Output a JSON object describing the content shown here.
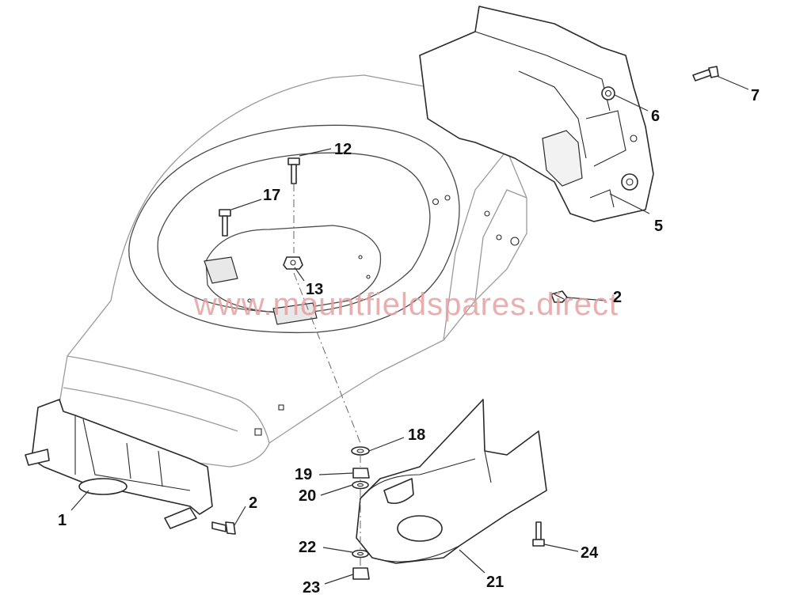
{
  "watermark": "www.mountfieldspares.direct",
  "callouts": {
    "c1": "1",
    "c2a": "2",
    "c2b": "2",
    "c5": "5",
    "c6": "6",
    "c7": "7",
    "c12": "12",
    "c13": "13",
    "c17": "17",
    "c18": "18",
    "c19": "19",
    "c20": "20",
    "c21": "21",
    "c22": "22",
    "c23": "23",
    "c24": "24"
  }
}
